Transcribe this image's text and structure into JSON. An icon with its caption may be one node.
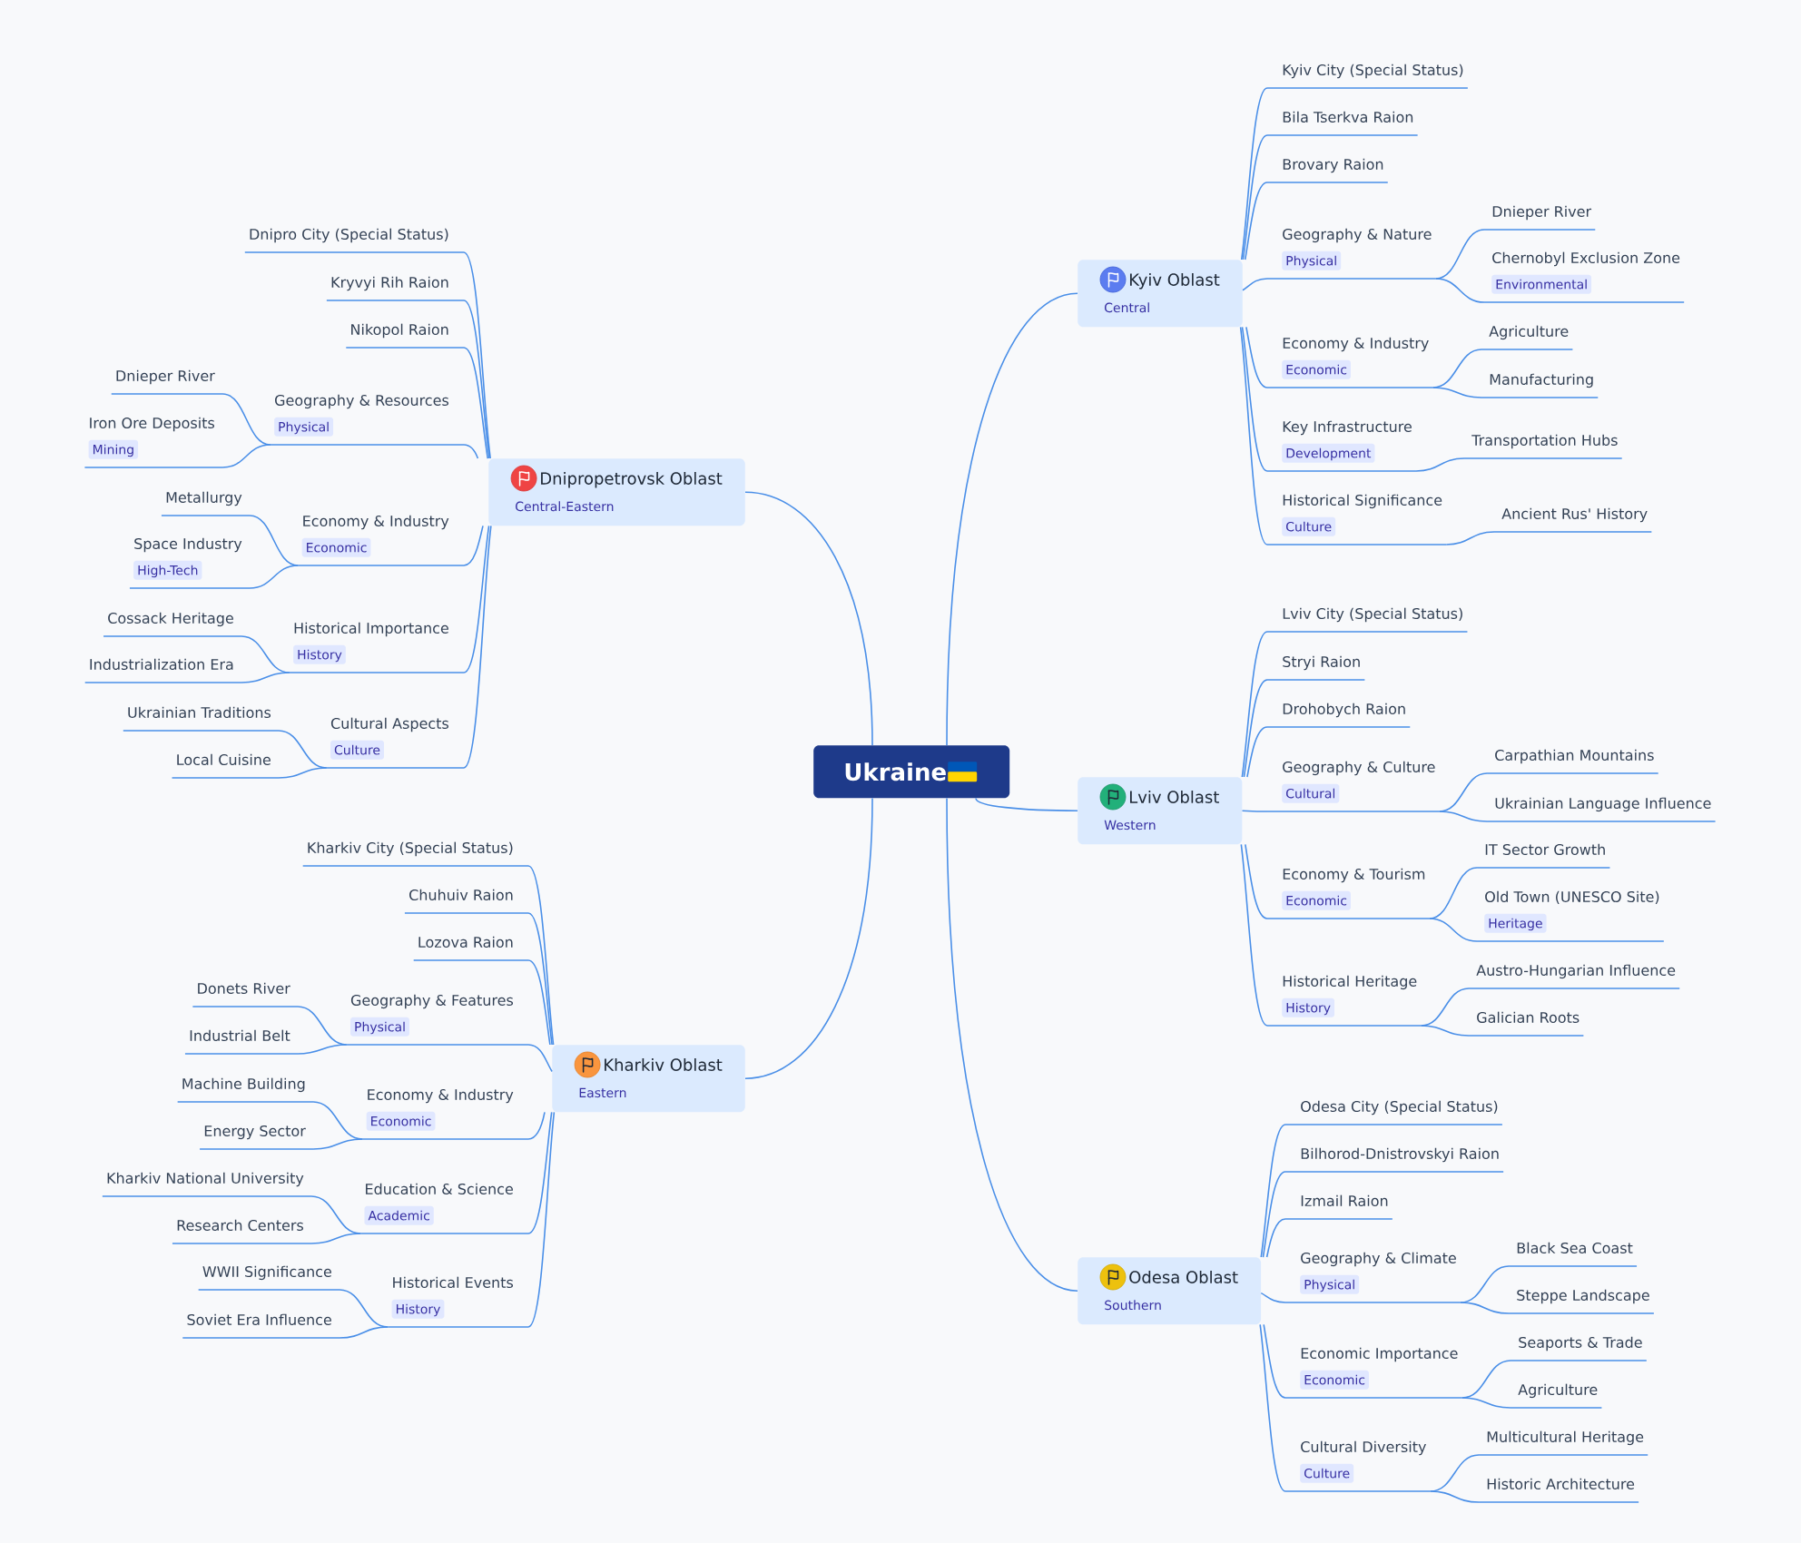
{
  "diagram": {
    "nodes": [
      {
        "text": [
          "Ukraine"
        ]
      },
      {
        "text": [
          "Kyiv Oblast",
          "Central"
        ]
      },
      {
        "text": [
          "Kyiv City (Special Status)"
        ]
      },
      {
        "text": [
          "Bila Tserkva Raion"
        ]
      },
      {
        "text": [
          "Brovary Raion"
        ]
      },
      {
        "text": [
          "Geography & Nature",
          "Physical"
        ]
      },
      {
        "text": [
          "Dnieper River"
        ]
      },
      {
        "text": [
          "Chernobyl Exclusion Zone",
          "Environmental"
        ]
      },
      {
        "text": [
          "Economy & Industry",
          "Economic"
        ]
      },
      {
        "text": [
          "Agriculture"
        ]
      },
      {
        "text": [
          "Manufacturing"
        ]
      },
      {
        "text": [
          "Key Infrastructure",
          "Development"
        ]
      },
      {
        "text": [
          "Transportation Hubs"
        ]
      },
      {
        "text": [
          "Historical Significance",
          "Culture"
        ]
      },
      {
        "text": [
          "Ancient Rus' History"
        ]
      },
      {
        "text": [
          "Lviv Oblast",
          "Western"
        ]
      },
      {
        "text": [
          "Lviv City (Special Status)"
        ]
      },
      {
        "text": [
          "Stryi Raion"
        ]
      },
      {
        "text": [
          "Drohobych Raion"
        ]
      },
      {
        "text": [
          "Geography & Culture",
          "Cultural"
        ]
      },
      {
        "text": [
          "Carpathian Mountains"
        ]
      },
      {
        "text": [
          "Ukrainian Language Influence"
        ]
      },
      {
        "text": [
          "Economy & Tourism",
          "Economic"
        ]
      },
      {
        "text": [
          "IT Sector Growth"
        ]
      },
      {
        "text": [
          "Old Town (UNESCO Site)",
          "Heritage"
        ]
      },
      {
        "text": [
          "Historical Heritage",
          "History"
        ]
      },
      {
        "text": [
          "Austro-Hungarian Influence"
        ]
      },
      {
        "text": [
          "Galician Roots"
        ]
      },
      {
        "text": [
          "Odesa Oblast",
          "Southern"
        ]
      },
      {
        "text": [
          "Odesa City (Special Status)"
        ]
      },
      {
        "text": [
          "Bilhorod-Dnistrovskyi Raion"
        ]
      },
      {
        "text": [
          "Izmail Raion"
        ]
      },
      {
        "text": [
          "Geography & Climate",
          "Physical"
        ]
      },
      {
        "text": [
          "Black Sea Coast"
        ]
      },
      {
        "text": [
          "Steppe Landscape"
        ]
      },
      {
        "text": [
          "Economic Importance",
          "Economic"
        ]
      },
      {
        "text": [
          "Seaports & Trade"
        ]
      },
      {
        "text": [
          "Agriculture"
        ]
      },
      {
        "text": [
          "Cultural Diversity",
          "Culture"
        ]
      },
      {
        "text": [
          "Multicultural Heritage"
        ]
      },
      {
        "text": [
          "Historic Architecture"
        ]
      },
      {
        "text": [
          "Dnipropetrovsk Oblast",
          "Central-Eastern"
        ]
      },
      {
        "text": [
          "Dnipro City (Special Status)"
        ]
      },
      {
        "text": [
          "Kryvyi Rih Raion"
        ]
      },
      {
        "text": [
          "Nikopol Raion"
        ]
      },
      {
        "text": [
          "Geography & Resources",
          "Physical"
        ]
      },
      {
        "text": [
          "Dnieper River"
        ]
      },
      {
        "text": [
          "Iron Ore Deposits",
          "Mining"
        ]
      },
      {
        "text": [
          "Economy & Industry",
          "Economic"
        ]
      },
      {
        "text": [
          "Metallurgy"
        ]
      },
      {
        "text": [
          "Space Industry",
          "High-Tech"
        ]
      },
      {
        "text": [
          "Historical Importance",
          "History"
        ]
      },
      {
        "text": [
          "Cossack Heritage"
        ]
      },
      {
        "text": [
          "Industrialization Era"
        ]
      },
      {
        "text": [
          "Cultural Aspects",
          "Culture"
        ]
      },
      {
        "text": [
          "Ukrainian Traditions"
        ]
      },
      {
        "text": [
          "Local Cuisine"
        ]
      },
      {
        "text": [
          "Kharkiv Oblast",
          "Eastern"
        ]
      },
      {
        "text": [
          "Kharkiv City (Special Status)"
        ]
      },
      {
        "text": [
          "Chuhuiv Raion"
        ]
      },
      {
        "text": [
          "Lozova Raion"
        ]
      },
      {
        "text": [
          "Geography & Features",
          "Physical"
        ]
      },
      {
        "text": [
          "Donets River"
        ]
      },
      {
        "text": [
          "Industrial Belt"
        ]
      },
      {
        "text": [
          "Economy & Industry",
          "Economic"
        ]
      },
      {
        "text": [
          "Machine Building"
        ]
      },
      {
        "text": [
          "Energy Sector"
        ]
      },
      {
        "text": [
          "Education & Science",
          "Academic"
        ]
      },
      {
        "text": [
          "Kharkiv National University"
        ]
      },
      {
        "text": [
          "Research Centers"
        ]
      },
      {
        "text": [
          "Historical Events",
          "History"
        ]
      },
      {
        "text": [
          "WWII Significance"
        ]
      },
      {
        "text": [
          "Soviet Era Influence"
        ]
      }
    ],
    "edges": [
      {
        "from": 0,
        "to": 1,
        "arrow": "none"
      },
      {
        "from": 0,
        "to": 15,
        "arrow": "none"
      },
      {
        "from": 0,
        "to": 28,
        "arrow": "none"
      },
      {
        "from": 0,
        "to": 41,
        "arrow": "none"
      },
      {
        "from": 0,
        "to": 57,
        "arrow": "none"
      },
      {
        "from": 1,
        "to": 2,
        "arrow": "none"
      },
      {
        "from": 1,
        "to": 3,
        "arrow": "none"
      },
      {
        "from": 1,
        "to": 4,
        "arrow": "none"
      },
      {
        "from": 1,
        "to": 5,
        "arrow": "none"
      },
      {
        "from": 5,
        "to": 6,
        "arrow": "none"
      },
      {
        "from": 5,
        "to": 7,
        "arrow": "none"
      },
      {
        "from": 1,
        "to": 8,
        "arrow": "none"
      },
      {
        "from": 8,
        "to": 9,
        "arrow": "none"
      },
      {
        "from": 8,
        "to": 10,
        "arrow": "none"
      },
      {
        "from": 1,
        "to": 11,
        "arrow": "none"
      },
      {
        "from": 11,
        "to": 12,
        "arrow": "none"
      },
      {
        "from": 1,
        "to": 13,
        "arrow": "none"
      },
      {
        "from": 13,
        "to": 14,
        "arrow": "none"
      },
      {
        "from": 15,
        "to": 16,
        "arrow": "none"
      },
      {
        "from": 15,
        "to": 17,
        "arrow": "none"
      },
      {
        "from": 15,
        "to": 18,
        "arrow": "none"
      },
      {
        "from": 15,
        "to": 19,
        "arrow": "none"
      },
      {
        "from": 19,
        "to": 20,
        "arrow": "none"
      },
      {
        "from": 19,
        "to": 21,
        "arrow": "none"
      },
      {
        "from": 15,
        "to": 22,
        "arrow": "none"
      },
      {
        "from": 22,
        "to": 23,
        "arrow": "none"
      },
      {
        "from": 22,
        "to": 24,
        "arrow": "none"
      },
      {
        "from": 15,
        "to": 25,
        "arrow": "none"
      },
      {
        "from": 25,
        "to": 26,
        "arrow": "none"
      },
      {
        "from": 25,
        "to": 27,
        "arrow": "none"
      },
      {
        "from": 28,
        "to": 29,
        "arrow": "none"
      },
      {
        "from": 28,
        "to": 30,
        "arrow": "none"
      },
      {
        "from": 28,
        "to": 31,
        "arrow": "none"
      },
      {
        "from": 28,
        "to": 32,
        "arrow": "none"
      },
      {
        "from": 32,
        "to": 33,
        "arrow": "none"
      },
      {
        "from": 32,
        "to": 34,
        "arrow": "none"
      },
      {
        "from": 28,
        "to": 35,
        "arrow": "none"
      },
      {
        "from": 35,
        "to": 36,
        "arrow": "none"
      },
      {
        "from": 35,
        "to": 37,
        "arrow": "none"
      },
      {
        "from": 28,
        "to": 38,
        "arrow": "none"
      },
      {
        "from": 38,
        "to": 39,
        "arrow": "none"
      },
      {
        "from": 38,
        "to": 40,
        "arrow": "none"
      },
      {
        "from": 41,
        "to": 42,
        "arrow": "none"
      },
      {
        "from": 41,
        "to": 43,
        "arrow": "none"
      },
      {
        "from": 41,
        "to": 44,
        "arrow": "none"
      },
      {
        "from": 41,
        "to": 45,
        "arrow": "none"
      },
      {
        "from": 45,
        "to": 46,
        "arrow": "none"
      },
      {
        "from": 45,
        "to": 47,
        "arrow": "none"
      },
      {
        "from": 41,
        "to": 48,
        "arrow": "none"
      },
      {
        "from": 48,
        "to": 49,
        "arrow": "none"
      },
      {
        "from": 48,
        "to": 50,
        "arrow": "none"
      },
      {
        "from": 41,
        "to": 51,
        "arrow": "none"
      },
      {
        "from": 51,
        "to": 52,
        "arrow": "none"
      },
      {
        "from": 51,
        "to": 53,
        "arrow": "none"
      },
      {
        "from": 41,
        "to": 54,
        "arrow": "none"
      },
      {
        "from": 54,
        "to": 55,
        "arrow": "none"
      },
      {
        "from": 54,
        "to": 56,
        "arrow": "none"
      },
      {
        "from": 57,
        "to": 58,
        "arrow": "none"
      },
      {
        "from": 57,
        "to": 59,
        "arrow": "none"
      },
      {
        "from": 57,
        "to": 60,
        "arrow": "none"
      },
      {
        "from": 57,
        "to": 61,
        "arrow": "none"
      },
      {
        "from": 61,
        "to": 62,
        "arrow": "none"
      },
      {
        "from": 61,
        "to": 63,
        "arrow": "none"
      },
      {
        "from": 57,
        "to": 64,
        "arrow": "none"
      },
      {
        "from": 64,
        "to": 65,
        "arrow": "none"
      },
      {
        "from": 64,
        "to": 66,
        "arrow": "none"
      },
      {
        "from": 57,
        "to": 67,
        "arrow": "none"
      },
      {
        "from": 67,
        "to": 68,
        "arrow": "none"
      },
      {
        "from": 67,
        "to": 69,
        "arrow": "none"
      },
      {
        "from": 57,
        "to": 70,
        "arrow": "none"
      },
      {
        "from": 70,
        "to": 71,
        "arrow": "none"
      },
      {
        "from": 70,
        "to": 72,
        "arrow": "none"
      }
    ]
  }
}
